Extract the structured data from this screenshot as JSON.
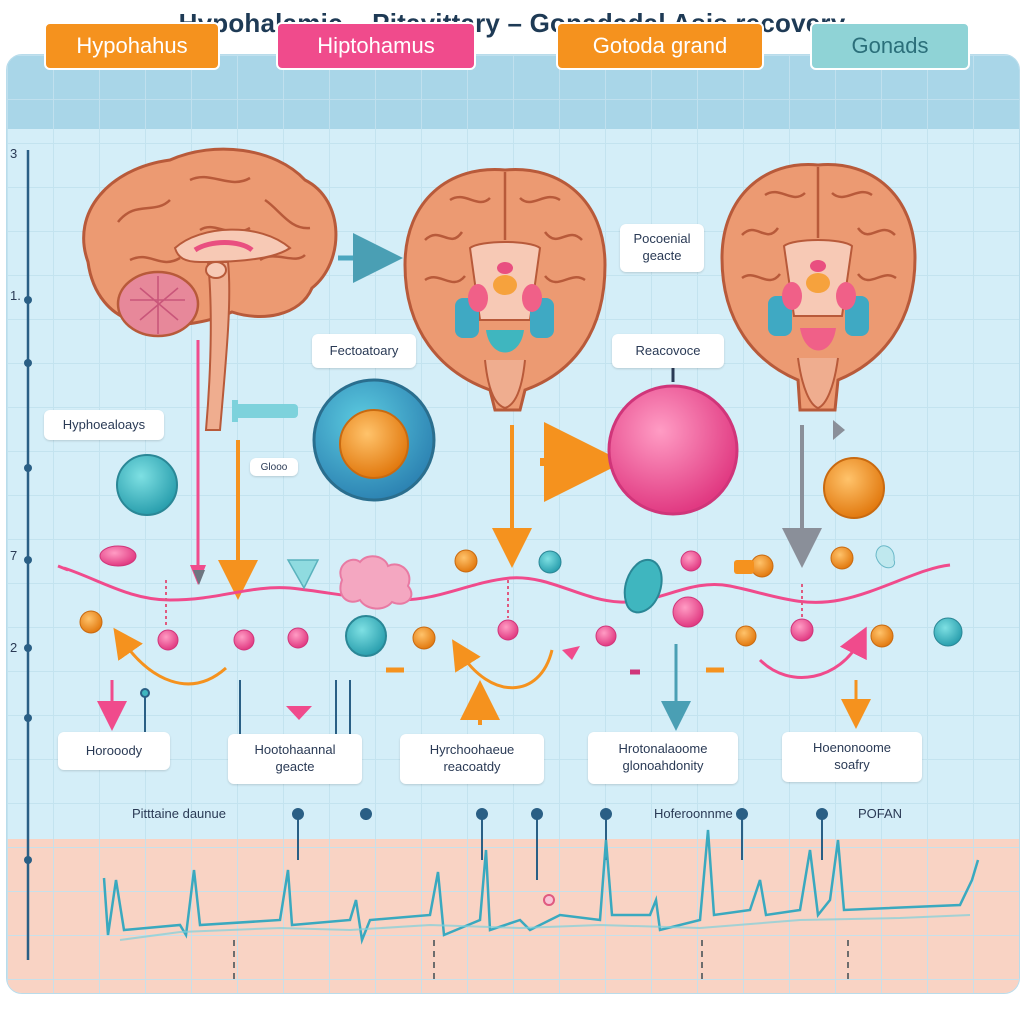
{
  "title": "Hypohalamic – Pitayittary – Gonadadal Asis recovery",
  "headers": [
    "Hypohahus",
    "Hiptohamus",
    "Gotoda grand",
    "Gonads"
  ],
  "y_ticks": [
    "3",
    "1.",
    "7",
    "2"
  ],
  "labels": {
    "pocoenial": "Pocoenial\ngeacte",
    "fectoatoary": "Fectoatoary",
    "reacovoce": "Reacovoce",
    "hyphoealoays": "Hyphoealoays",
    "small_tag": "Glooo"
  },
  "bottom_boxes": [
    "Horooody",
    "Hootohaannal\ngeacte",
    "Hyrchoohaeue\nreacoatdy",
    "Hrotonalaoome\nglonoahdonity",
    "Hoenonoome\nsoafry"
  ],
  "timeline_labels": [
    "Pitttaine daunue",
    "Hoferoonnme",
    "POFAN"
  ],
  "colors": {
    "orange": "#f5921e",
    "pink": "#f04b8c",
    "teal": "#3fb6bf",
    "panel": "#d4eef8",
    "lower_band": "#f9d3c4",
    "brain": "#e8936b"
  }
}
